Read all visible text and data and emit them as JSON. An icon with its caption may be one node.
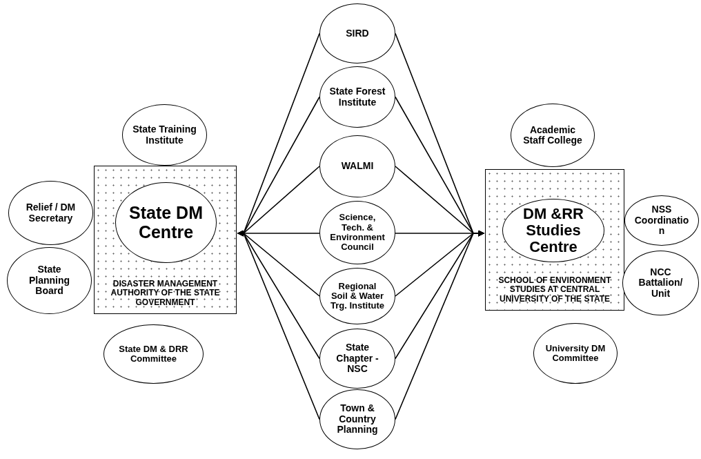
{
  "diagram": {
    "nodes": [
      {
        "text": [
          "State Training Institute"
        ]
      },
      {
        "text": [
          "Relief / DM Secretary"
        ]
      },
      {
        "text": [
          "State Planning Board"
        ]
      },
      {
        "text": [
          "DISASTER MANAGEMENT AUTHORITY OF THE STATE GOVERNMENT"
        ]
      },
      {
        "text": [
          "State DM Centre"
        ],
        "in": 3
      },
      {
        "text": [
          "State DM & DRR Committee"
        ]
      },
      {
        "text": [
          "SIRD"
        ]
      },
      {
        "text": [
          "State Forest Institute"
        ]
      },
      {
        "text": [
          "WALMI"
        ]
      },
      {
        "text": [
          "Science, Tech. & Environment Council"
        ]
      },
      {
        "text": [
          "Regional Soil & Water Trg. Institute"
        ]
      },
      {
        "text": [
          "State Chapter - NSC"
        ]
      },
      {
        "text": [
          "Town & Country Planning"
        ]
      },
      {
        "text": [
          "Academic Staff College"
        ]
      },
      {
        "text": [
          "SCHOOL OF ENVIRONMENT STUDIES AT CENTRAL UNIVERSITY OF THE STATE"
        ]
      },
      {
        "text": [
          "DM &RR Studies Centre"
        ],
        "in": 14
      },
      {
        "text": [
          "NSS Coordination"
        ]
      },
      {
        "text": [
          "NCC Battalion/ Unit"
        ]
      },
      {
        "text": [
          "University DM Committee"
        ]
      }
    ],
    "edges": [
      {
        "from": 6,
        "to": 3,
        "arrow": "to"
      },
      {
        "from": 7,
        "to": 3,
        "arrow": "to"
      },
      {
        "from": 8,
        "to": 3,
        "arrow": "to"
      },
      {
        "from": 9,
        "to": 3,
        "arrow": "to"
      },
      {
        "from": 10,
        "to": 3,
        "arrow": "to"
      },
      {
        "from": 11,
        "to": 3,
        "arrow": "to"
      },
      {
        "from": 12,
        "to": 3,
        "arrow": "to"
      },
      {
        "from": 6,
        "to": 14,
        "arrow": "to"
      },
      {
        "from": 7,
        "to": 14,
        "arrow": "to"
      },
      {
        "from": 8,
        "to": 14,
        "arrow": "to"
      },
      {
        "from": 9,
        "to": 14,
        "arrow": "to"
      },
      {
        "from": 10,
        "to": 14,
        "arrow": "to"
      },
      {
        "from": 11,
        "to": 14,
        "arrow": "to"
      },
      {
        "from": 12,
        "to": 14,
        "arrow": "to"
      }
    ]
  }
}
